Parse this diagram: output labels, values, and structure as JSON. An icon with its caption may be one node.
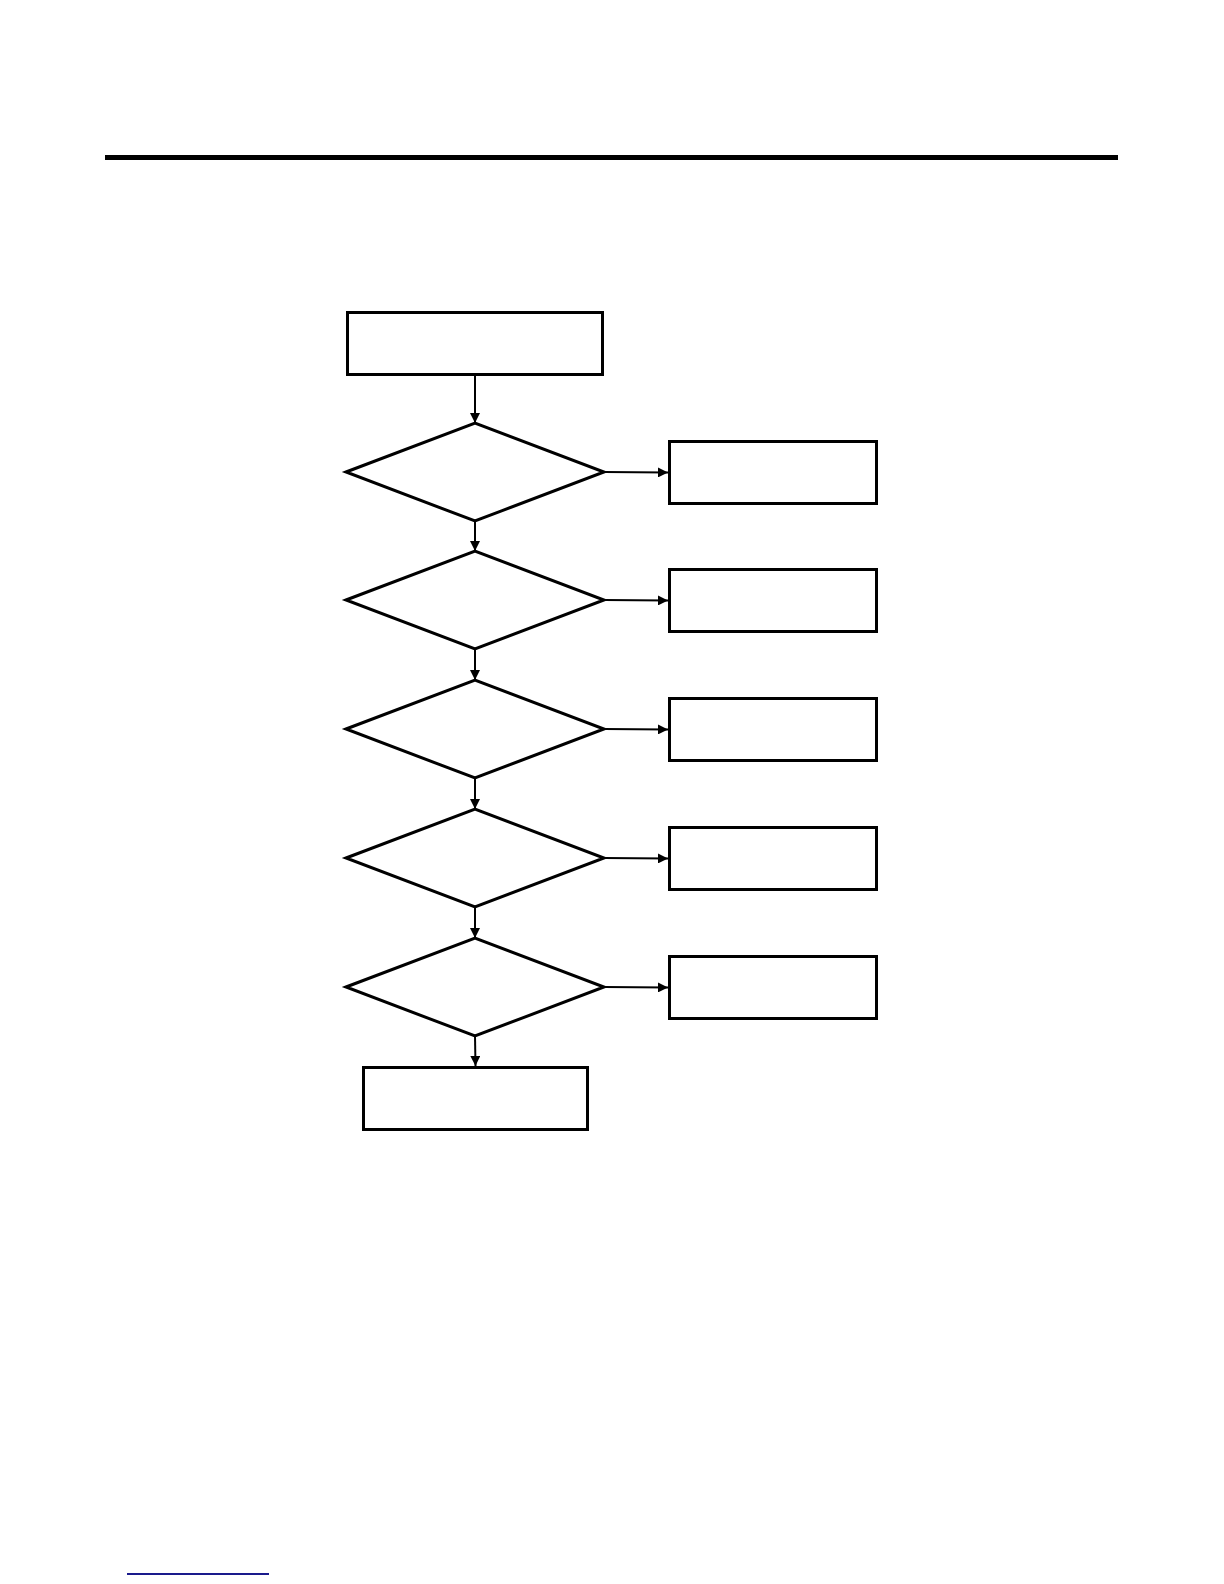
{
  "diagram": {
    "nodes": [
      {
        "text": [],
        "shape": "box"
      },
      {
        "text": [],
        "shape": "diamond"
      },
      {
        "text": [],
        "shape": "box"
      },
      {
        "text": [],
        "shape": "diamond"
      },
      {
        "text": [],
        "shape": "box"
      },
      {
        "text": [],
        "shape": "diamond"
      },
      {
        "text": [],
        "shape": "box"
      },
      {
        "text": [],
        "shape": "diamond"
      },
      {
        "text": [],
        "shape": "box"
      },
      {
        "text": [],
        "shape": "diamond"
      },
      {
        "text": [],
        "shape": "box"
      },
      {
        "text": [],
        "shape": "box"
      }
    ],
    "edges": [
      {
        "from": 0,
        "to": 1,
        "arrow": "to"
      },
      {
        "from": 1,
        "to": 2,
        "arrow": "to"
      },
      {
        "from": 1,
        "to": 3,
        "arrow": "to"
      },
      {
        "from": 3,
        "to": 4,
        "arrow": "to"
      },
      {
        "from": 3,
        "to": 5,
        "arrow": "to"
      },
      {
        "from": 5,
        "to": 6,
        "arrow": "to"
      },
      {
        "from": 5,
        "to": 7,
        "arrow": "to"
      },
      {
        "from": 7,
        "to": 8,
        "arrow": "to"
      },
      {
        "from": 7,
        "to": 9,
        "arrow": "to"
      },
      {
        "from": 9,
        "to": 10,
        "arrow": "to"
      },
      {
        "from": 9,
        "to": 11,
        "arrow": "to"
      }
    ]
  }
}
